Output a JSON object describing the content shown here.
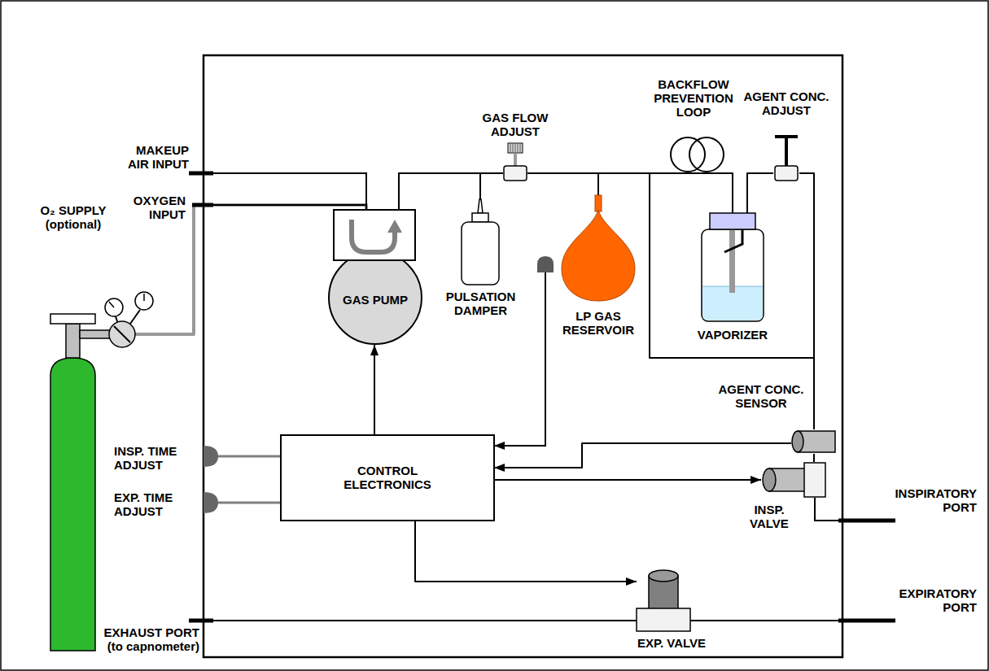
{
  "diagram": {
    "nodes": [
      {
        "text": [
          "GAS PUMP"
        ]
      },
      {
        "text": [
          "CONTROL ELECTRONICS"
        ]
      },
      {
        "text": [
          "PULSATION DAMPER"
        ]
      },
      {
        "text": [
          "LP GAS RESERVOIR"
        ]
      },
      {
        "text": [
          "VAPORIZER"
        ]
      },
      {
        "text": [
          "AGENT CONC. SENSOR"
        ]
      },
      {
        "text": [
          "INSP. VALVE"
        ]
      },
      {
        "text": [
          "EXP. VALVE"
        ]
      },
      {
        "text": [
          "O₂ SUPPLY (optional)"
        ]
      },
      {
        "text": [
          "GAS FLOW ADJUST"
        ]
      },
      {
        "text": [
          "BACKFLOW PREVENTION LOOP"
        ]
      },
      {
        "text": [
          "AGENT CONC. ADJUST"
        ]
      },
      {
        "text": [
          "INSP. TIME ADJUST"
        ]
      },
      {
        "text": [
          "EXP. TIME ADJUST"
        ]
      }
    ],
    "edges": [
      {
        "from": 0,
        "to": 2,
        "arrow": "none"
      },
      {
        "from": 0,
        "to": 9,
        "arrow": "none"
      },
      {
        "from": 9,
        "to": 3,
        "arrow": "none"
      },
      {
        "from": 9,
        "to": 10,
        "arrow": "none"
      },
      {
        "from": 9,
        "to": 5,
        "arrow": "none"
      },
      {
        "from": 10,
        "to": 4,
        "arrow": "none"
      },
      {
        "from": 4,
        "to": 11,
        "arrow": "none"
      },
      {
        "from": 11,
        "to": 5,
        "arrow": "none"
      },
      {
        "from": 5,
        "to": 6,
        "arrow": "none"
      },
      {
        "from": 1,
        "to": 0,
        "arrow": "to"
      },
      {
        "from": 1,
        "to": 6,
        "arrow": "to"
      },
      {
        "from": 1,
        "to": 7,
        "arrow": "to"
      },
      {
        "from": 5,
        "to": 1,
        "arrow": "to"
      },
      {
        "from": 12,
        "to": 1,
        "arrow": "none"
      },
      {
        "from": 13,
        "to": 1,
        "arrow": "none"
      },
      {
        "from": 8,
        "to": 0,
        "arrow": "none"
      }
    ],
    "labels": [
      "MAKEUP AIR INPUT",
      "OXYGEN INPUT",
      "INSPIRATORY PORT",
      "EXPIRATORY PORT",
      "EXHAUST PORT (to capnometer)"
    ]
  }
}
